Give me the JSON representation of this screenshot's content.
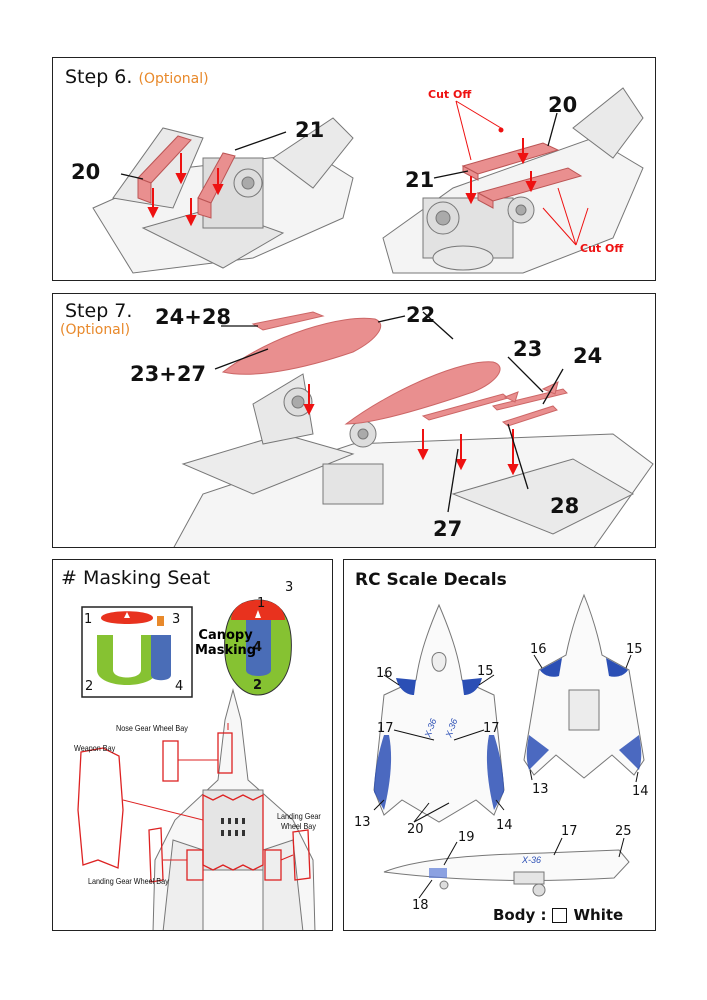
{
  "step6": {
    "title": "Step 6.",
    "optional": "(Optional)",
    "callouts": {
      "left_20": "20",
      "left_21": "21",
      "right_20": "20",
      "right_21": "21"
    },
    "cut_off_top": "Cut Off",
    "cut_off_bottom": "Cut Off"
  },
  "step7": {
    "title": "Step 7.",
    "optional": "(Optional)",
    "callouts": {
      "c24_28": "24+28",
      "c22": "22",
      "c23_27": "23+27",
      "c23": "23",
      "c24": "24",
      "c27": "27",
      "c28": "28"
    }
  },
  "masking": {
    "title": "# Masking Seat",
    "canopy_label_1": "Canopy",
    "canopy_label_2": "Masking",
    "nums": {
      "n1": "1",
      "n2": "2",
      "n3": "3",
      "n4": "4",
      "c1": "1",
      "c2": "2",
      "c3": "3",
      "c4": "4"
    },
    "labels": {
      "nose_gear": "Nose Gear Wheel Bay",
      "weapon_bay": "Weapon Bay",
      "landing_gear_right_1": "Landing Gear",
      "landing_gear_right_2": "Wheel Bay",
      "landing_gear_bottom": "Landing Gear Wheel Bay"
    }
  },
  "decals": {
    "title": "RC Scale Decals",
    "nums": {
      "d16a": "16",
      "d15a": "15",
      "d17a": "17",
      "d17b": "17",
      "d13a": "13",
      "d20": "20",
      "d14a": "14",
      "d16b": "16",
      "d15b": "15",
      "d13b": "13",
      "d14b": "14",
      "d17c": "17",
      "d25": "25",
      "d19": "19",
      "d18": "18"
    },
    "body_label": "Body :",
    "body_color": "White",
    "decal_text_1": "X-36",
    "decal_text_2": "X-36",
    "decal_text_3": "X-36"
  },
  "colors": {
    "part_pink": "#e98f8f",
    "orange": "#e8892b",
    "red": "#e11",
    "blue": "#2b4fb5",
    "green": "#86c232",
    "mask_red": "#e8321e"
  }
}
